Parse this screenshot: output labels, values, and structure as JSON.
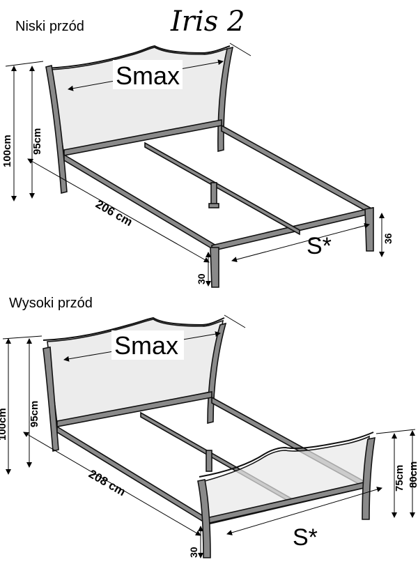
{
  "title": "Iris 2",
  "low": {
    "heading": "Niski przód",
    "smax": "Smax",
    "height_total": "100cm",
    "height_board": "95cm",
    "length": "206 cm",
    "leg": "30",
    "foot": "36",
    "width": "S*"
  },
  "high": {
    "heading": "Wysoki przód",
    "smax": "Smax",
    "height_total": "100cm",
    "height_board": "95cm",
    "length": "208 cm",
    "leg": "30",
    "foot_board": "75cm",
    "foot_total": "80cm",
    "width": "S*"
  }
}
